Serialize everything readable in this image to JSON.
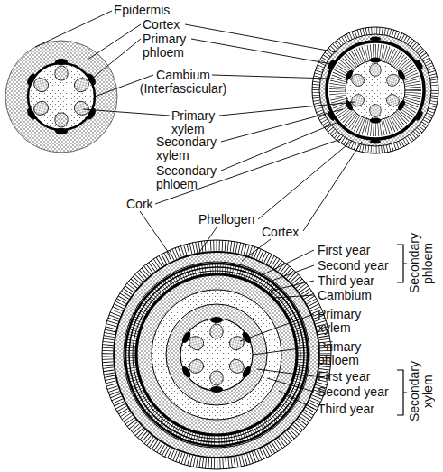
{
  "diagram": {
    "labels": [
      "Epidermis",
      "Cortex",
      "Primary phloem",
      "Cambium (Interfascicular)",
      "Primary xylem",
      "Secondary xylem",
      "Secondary phloem",
      "Cork",
      "Phellogen",
      "Cortex",
      "First year",
      "Second year",
      "Third year",
      "Secondary phloem",
      "Cambium",
      "Primary xylem",
      "Primary phloem",
      "First year",
      "Second year",
      "Third year",
      "Secondary xylem"
    ]
  }
}
